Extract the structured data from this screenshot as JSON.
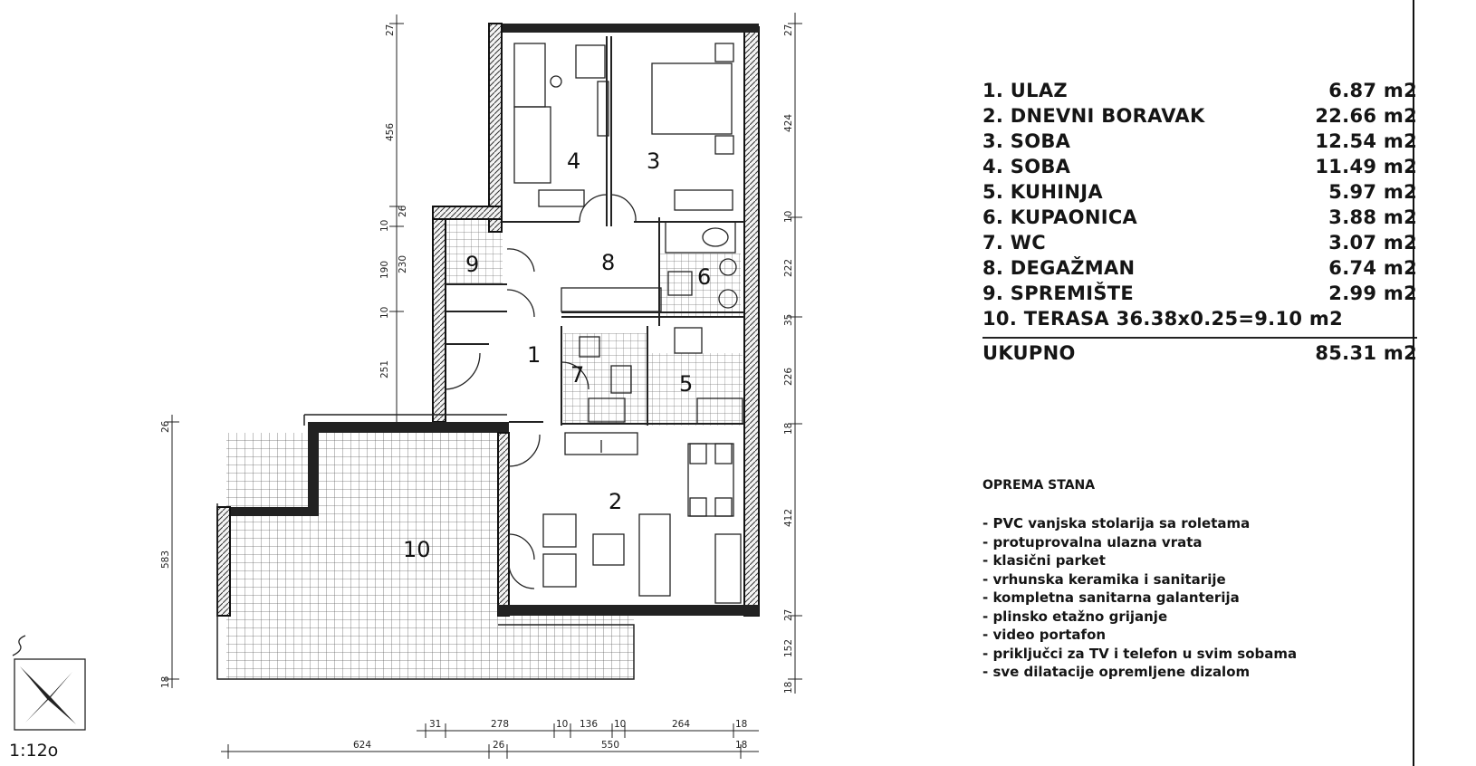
{
  "plan": {
    "room_numbers": [
      "1",
      "2",
      "3",
      "4",
      "5",
      "6",
      "7",
      "8",
      "9",
      "10"
    ],
    "dims_left": [
      "27",
      "456",
      "26",
      "10",
      "190",
      "230",
      "10",
      "251",
      "26",
      "583",
      "18"
    ],
    "dims_right": [
      "27",
      "424",
      "10",
      "222",
      "35",
      "226",
      "18",
      "412",
      "27",
      "152",
      "18"
    ],
    "dims_bottom_top": [
      "31",
      "278",
      "10",
      "136",
      "10",
      "264",
      "18"
    ],
    "dims_bottom": [
      "624",
      "26",
      "550",
      "18"
    ],
    "scale": "1:12o"
  },
  "rooms": [
    {
      "name": "1. ULAZ",
      "area": "6.87 m2"
    },
    {
      "name": "2. DNEVNI BORAVAK",
      "area": "22.66 m2"
    },
    {
      "name": "3. SOBA",
      "area": "12.54 m2"
    },
    {
      "name": "4. SOBA",
      "area": "11.49 m2"
    },
    {
      "name": "5. KUHINJA",
      "area": "5.97 m2"
    },
    {
      "name": "6. KUPAONICA",
      "area": "3.88 m2"
    },
    {
      "name": "7. WC",
      "area": "3.07 m2"
    },
    {
      "name": "8. DEGAŽMAN",
      "area": "6.74 m2"
    },
    {
      "name": "9. SPREMIŠTE",
      "area": "2.99 m2"
    },
    {
      "name": "10. TERASA 36.38x0.25=9.10 m2",
      "area": ""
    }
  ],
  "total": {
    "label": "UKUPNO",
    "area": "85.31 m2"
  },
  "equipment": {
    "title": "OPREMA STANA",
    "items": [
      "- PVC vanjska stolarija sa roletama",
      "- protuprovalna ulazna vrata",
      "- klasični parket",
      "- vrhunska keramika i sanitarije",
      "- kompletna sanitarna galanterija",
      "- plinsko etažno grijanje",
      "- video portafon",
      "- priključci za TV i telefon u svim sobama",
      "- sve dilatacije opremljene dizalom"
    ]
  }
}
